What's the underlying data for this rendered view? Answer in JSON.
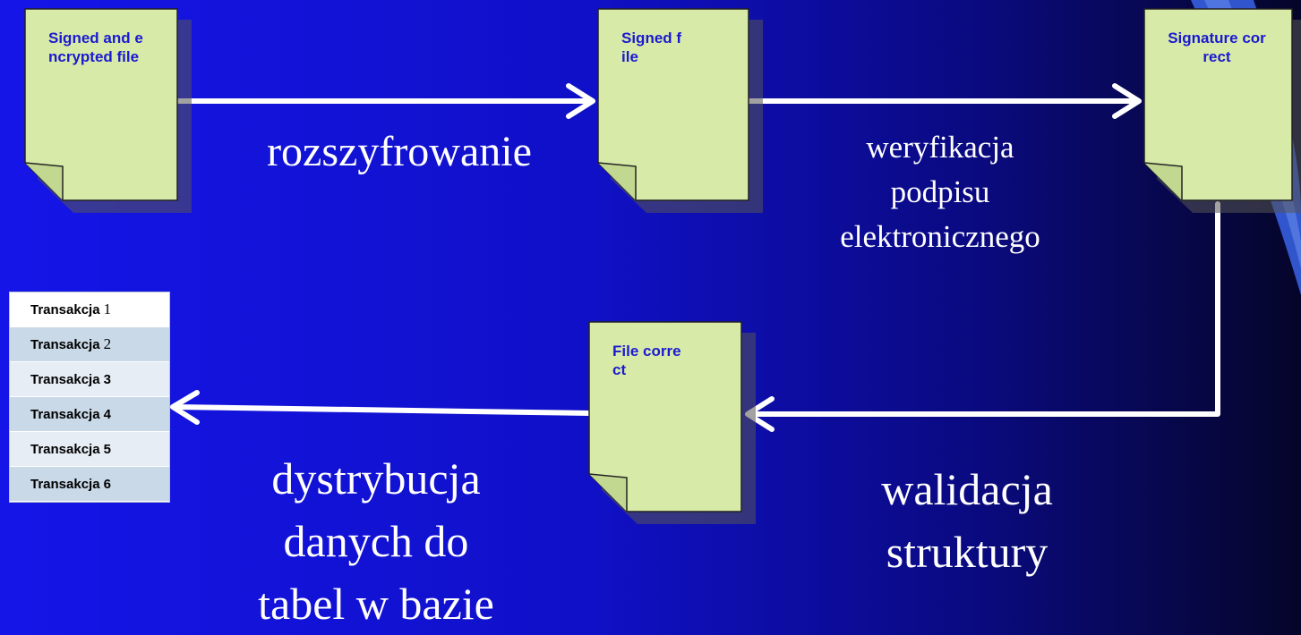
{
  "documents": {
    "signed_encrypted": "Signed and encrypted file",
    "signed": "Signed file",
    "signature_correct": "Signature correct",
    "file_correct": "File correct"
  },
  "captions": {
    "decrypt": "rozszyfrowanie",
    "verify": "weryfikacja\npodpisu\nelektronicznego",
    "validate": "walidacja\nstruktury",
    "distribute": "dystrybucja\ndanych do\ntabel w bazie"
  },
  "table": {
    "rows": [
      {
        "label": "Transakcja",
        "num": "1"
      },
      {
        "label": "Transakcja",
        "num": "2"
      },
      {
        "label": "Transakcja",
        "num": "3"
      },
      {
        "label": "Transakcja",
        "num": "4"
      },
      {
        "label": "Transakcja",
        "num": "5"
      },
      {
        "label": "Transakcja",
        "num": "6"
      }
    ]
  },
  "colors": {
    "document_fill": "#d8eaa8",
    "document_label": "#1a1ad0",
    "arrow": "#ffffff",
    "background": "#1212d8"
  }
}
